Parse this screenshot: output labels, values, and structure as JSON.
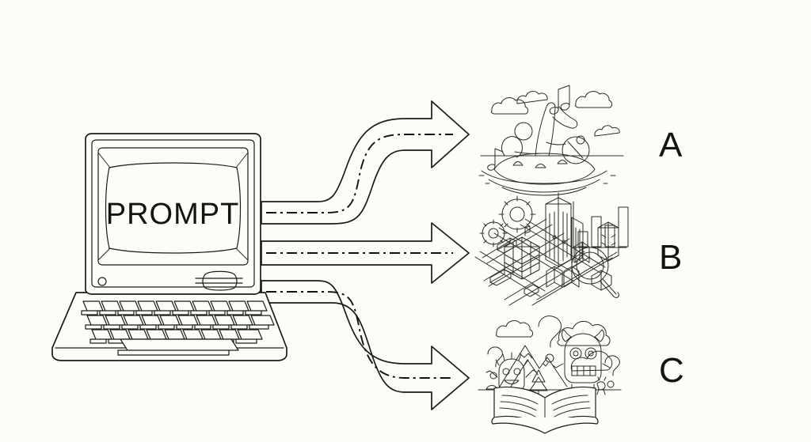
{
  "diagram": {
    "title": "PROMPT branching to three outcome illustrations",
    "background_color": "#fdfdf8",
    "ink_color": "#1a1a1a",
    "source": {
      "device": "laptop-computer",
      "screen_text": "PROMPT"
    },
    "branches": [
      {
        "id": "a",
        "label": "A",
        "arrow": "curved-up-arrow",
        "illustration": "creative-leisure-island-scene",
        "illustration_elements": [
          "clouds",
          "music-notes",
          "reclining-figure",
          "island",
          "water-ripples",
          "sun"
        ]
      },
      {
        "id": "b",
        "label": "B",
        "arrow": "straight-arrow",
        "illustration": "isometric-city-analytics-scene",
        "illustration_elements": [
          "gears",
          "bar-chart",
          "skyscraper",
          "city-grid-streets",
          "magnifying-glass",
          "buildings",
          "vehicles"
        ]
      },
      {
        "id": "c",
        "label": "C",
        "arrow": "curved-down-arrow",
        "illustration": "fantasy-storybook-scene",
        "illustration_elements": [
          "open-book",
          "monsters",
          "question-marks",
          "mountains",
          "clouds",
          "pine-tree"
        ]
      }
    ]
  }
}
